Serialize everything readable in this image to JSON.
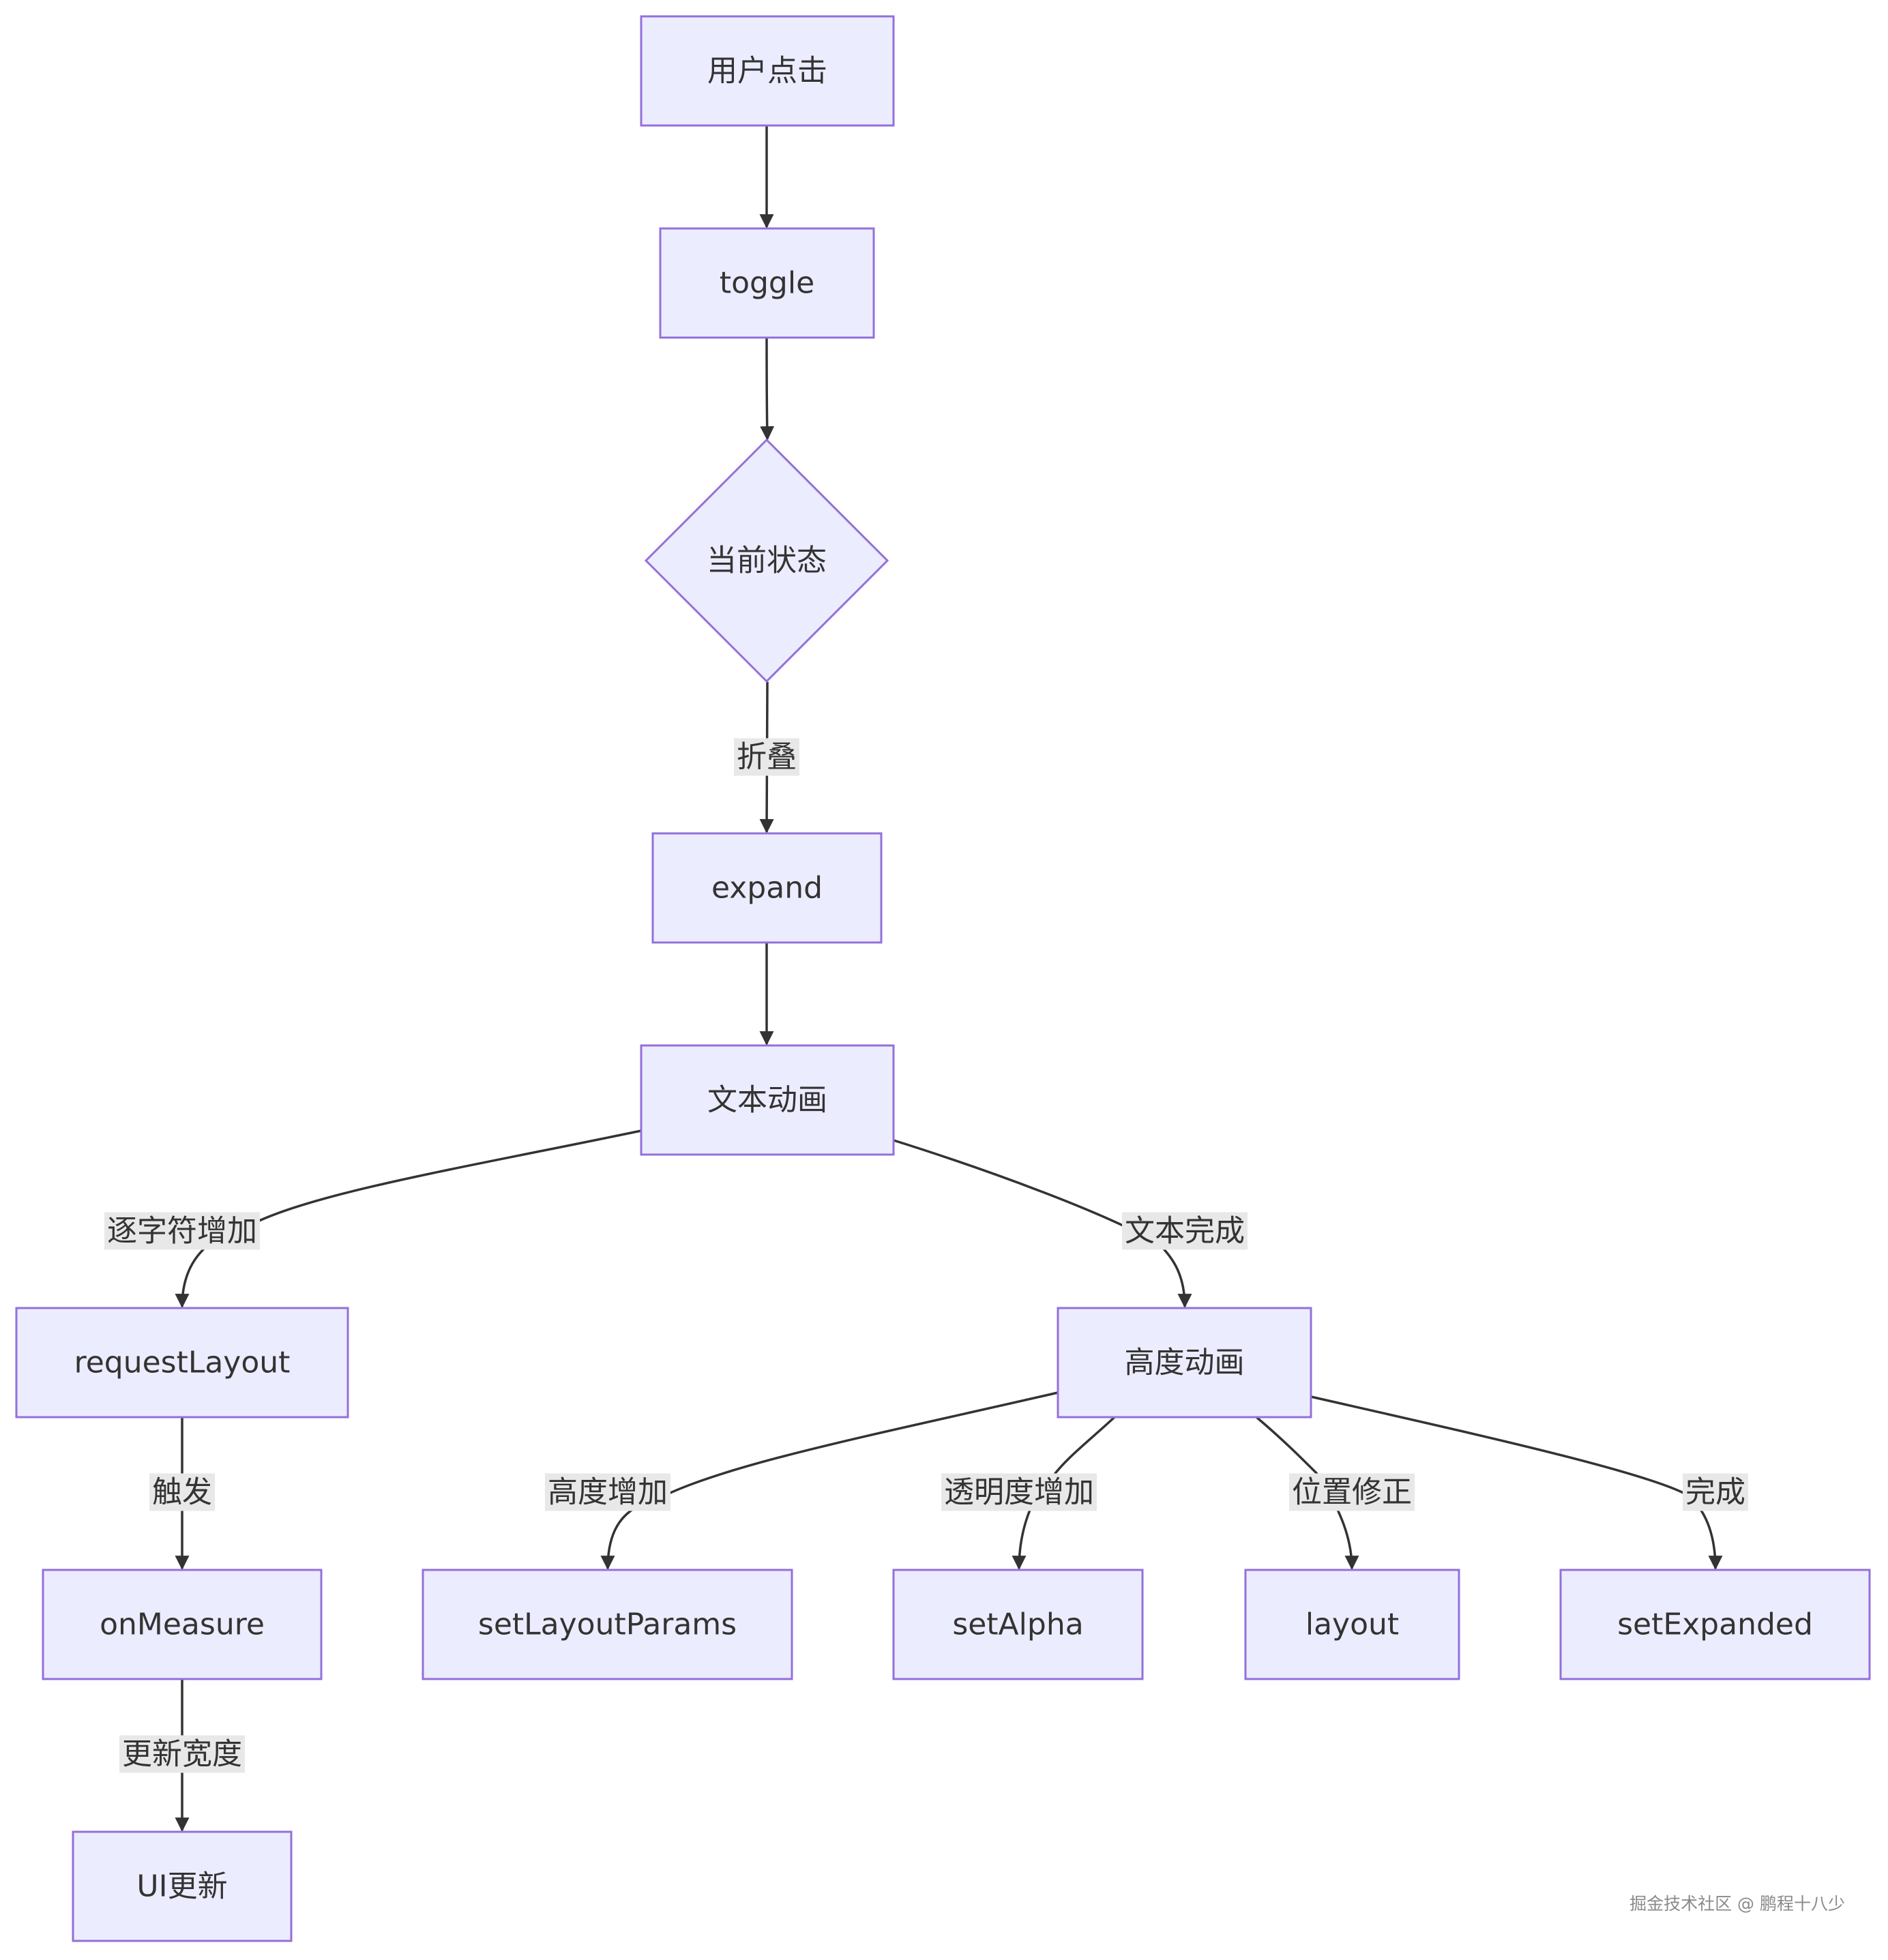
{
  "diagram": {
    "type": "flowchart",
    "nodes": [
      {
        "id": "click",
        "label": "用户点击",
        "shape": "rect"
      },
      {
        "id": "toggle",
        "label": "toggle",
        "shape": "rect"
      },
      {
        "id": "state",
        "label": "当前状态",
        "shape": "diamond"
      },
      {
        "id": "expand",
        "label": "expand",
        "shape": "rect"
      },
      {
        "id": "textAnim",
        "label": "文本动画",
        "shape": "rect"
      },
      {
        "id": "requestLayout",
        "label": "requestLayout",
        "shape": "rect"
      },
      {
        "id": "heightAnim",
        "label": "高度动画",
        "shape": "rect"
      },
      {
        "id": "onMeasure",
        "label": "onMeasure",
        "shape": "rect"
      },
      {
        "id": "uiUpdate",
        "label": "UI更新",
        "shape": "rect"
      },
      {
        "id": "setLayoutParams",
        "label": "setLayoutParams",
        "shape": "rect"
      },
      {
        "id": "setAlpha",
        "label": "setAlpha",
        "shape": "rect"
      },
      {
        "id": "layout",
        "label": "layout",
        "shape": "rect"
      },
      {
        "id": "setExpanded",
        "label": "setExpanded",
        "shape": "rect"
      }
    ],
    "edges": [
      {
        "id": "e1",
        "from": "click",
        "to": "toggle",
        "label": ""
      },
      {
        "id": "e2",
        "from": "toggle",
        "to": "state",
        "label": ""
      },
      {
        "id": "e3",
        "from": "state",
        "to": "expand",
        "label": "折叠"
      },
      {
        "id": "e4",
        "from": "expand",
        "to": "textAnim",
        "label": ""
      },
      {
        "id": "e5",
        "from": "textAnim",
        "to": "requestLayout",
        "label": "逐字符增加"
      },
      {
        "id": "e6",
        "from": "textAnim",
        "to": "heightAnim",
        "label": "文本完成"
      },
      {
        "id": "e7",
        "from": "requestLayout",
        "to": "onMeasure",
        "label": "触发"
      },
      {
        "id": "e8",
        "from": "onMeasure",
        "to": "uiUpdate",
        "label": "更新宽度"
      },
      {
        "id": "e9",
        "from": "heightAnim",
        "to": "setLayoutParams",
        "label": "高度增加"
      },
      {
        "id": "e10",
        "from": "heightAnim",
        "to": "setAlpha",
        "label": "透明度增加"
      },
      {
        "id": "e11",
        "from": "heightAnim",
        "to": "layout",
        "label": "位置修正"
      },
      {
        "id": "e12",
        "from": "heightAnim",
        "to": "setExpanded",
        "label": "完成"
      }
    ],
    "colors": {
      "node_fill": "#ECECFF",
      "node_stroke": "#9370DB",
      "edge": "#333333",
      "edge_label_bg": "#E8E8E8",
      "text": "#333333"
    }
  },
  "watermark": "掘金技术社区 @ 鹏程十八少"
}
